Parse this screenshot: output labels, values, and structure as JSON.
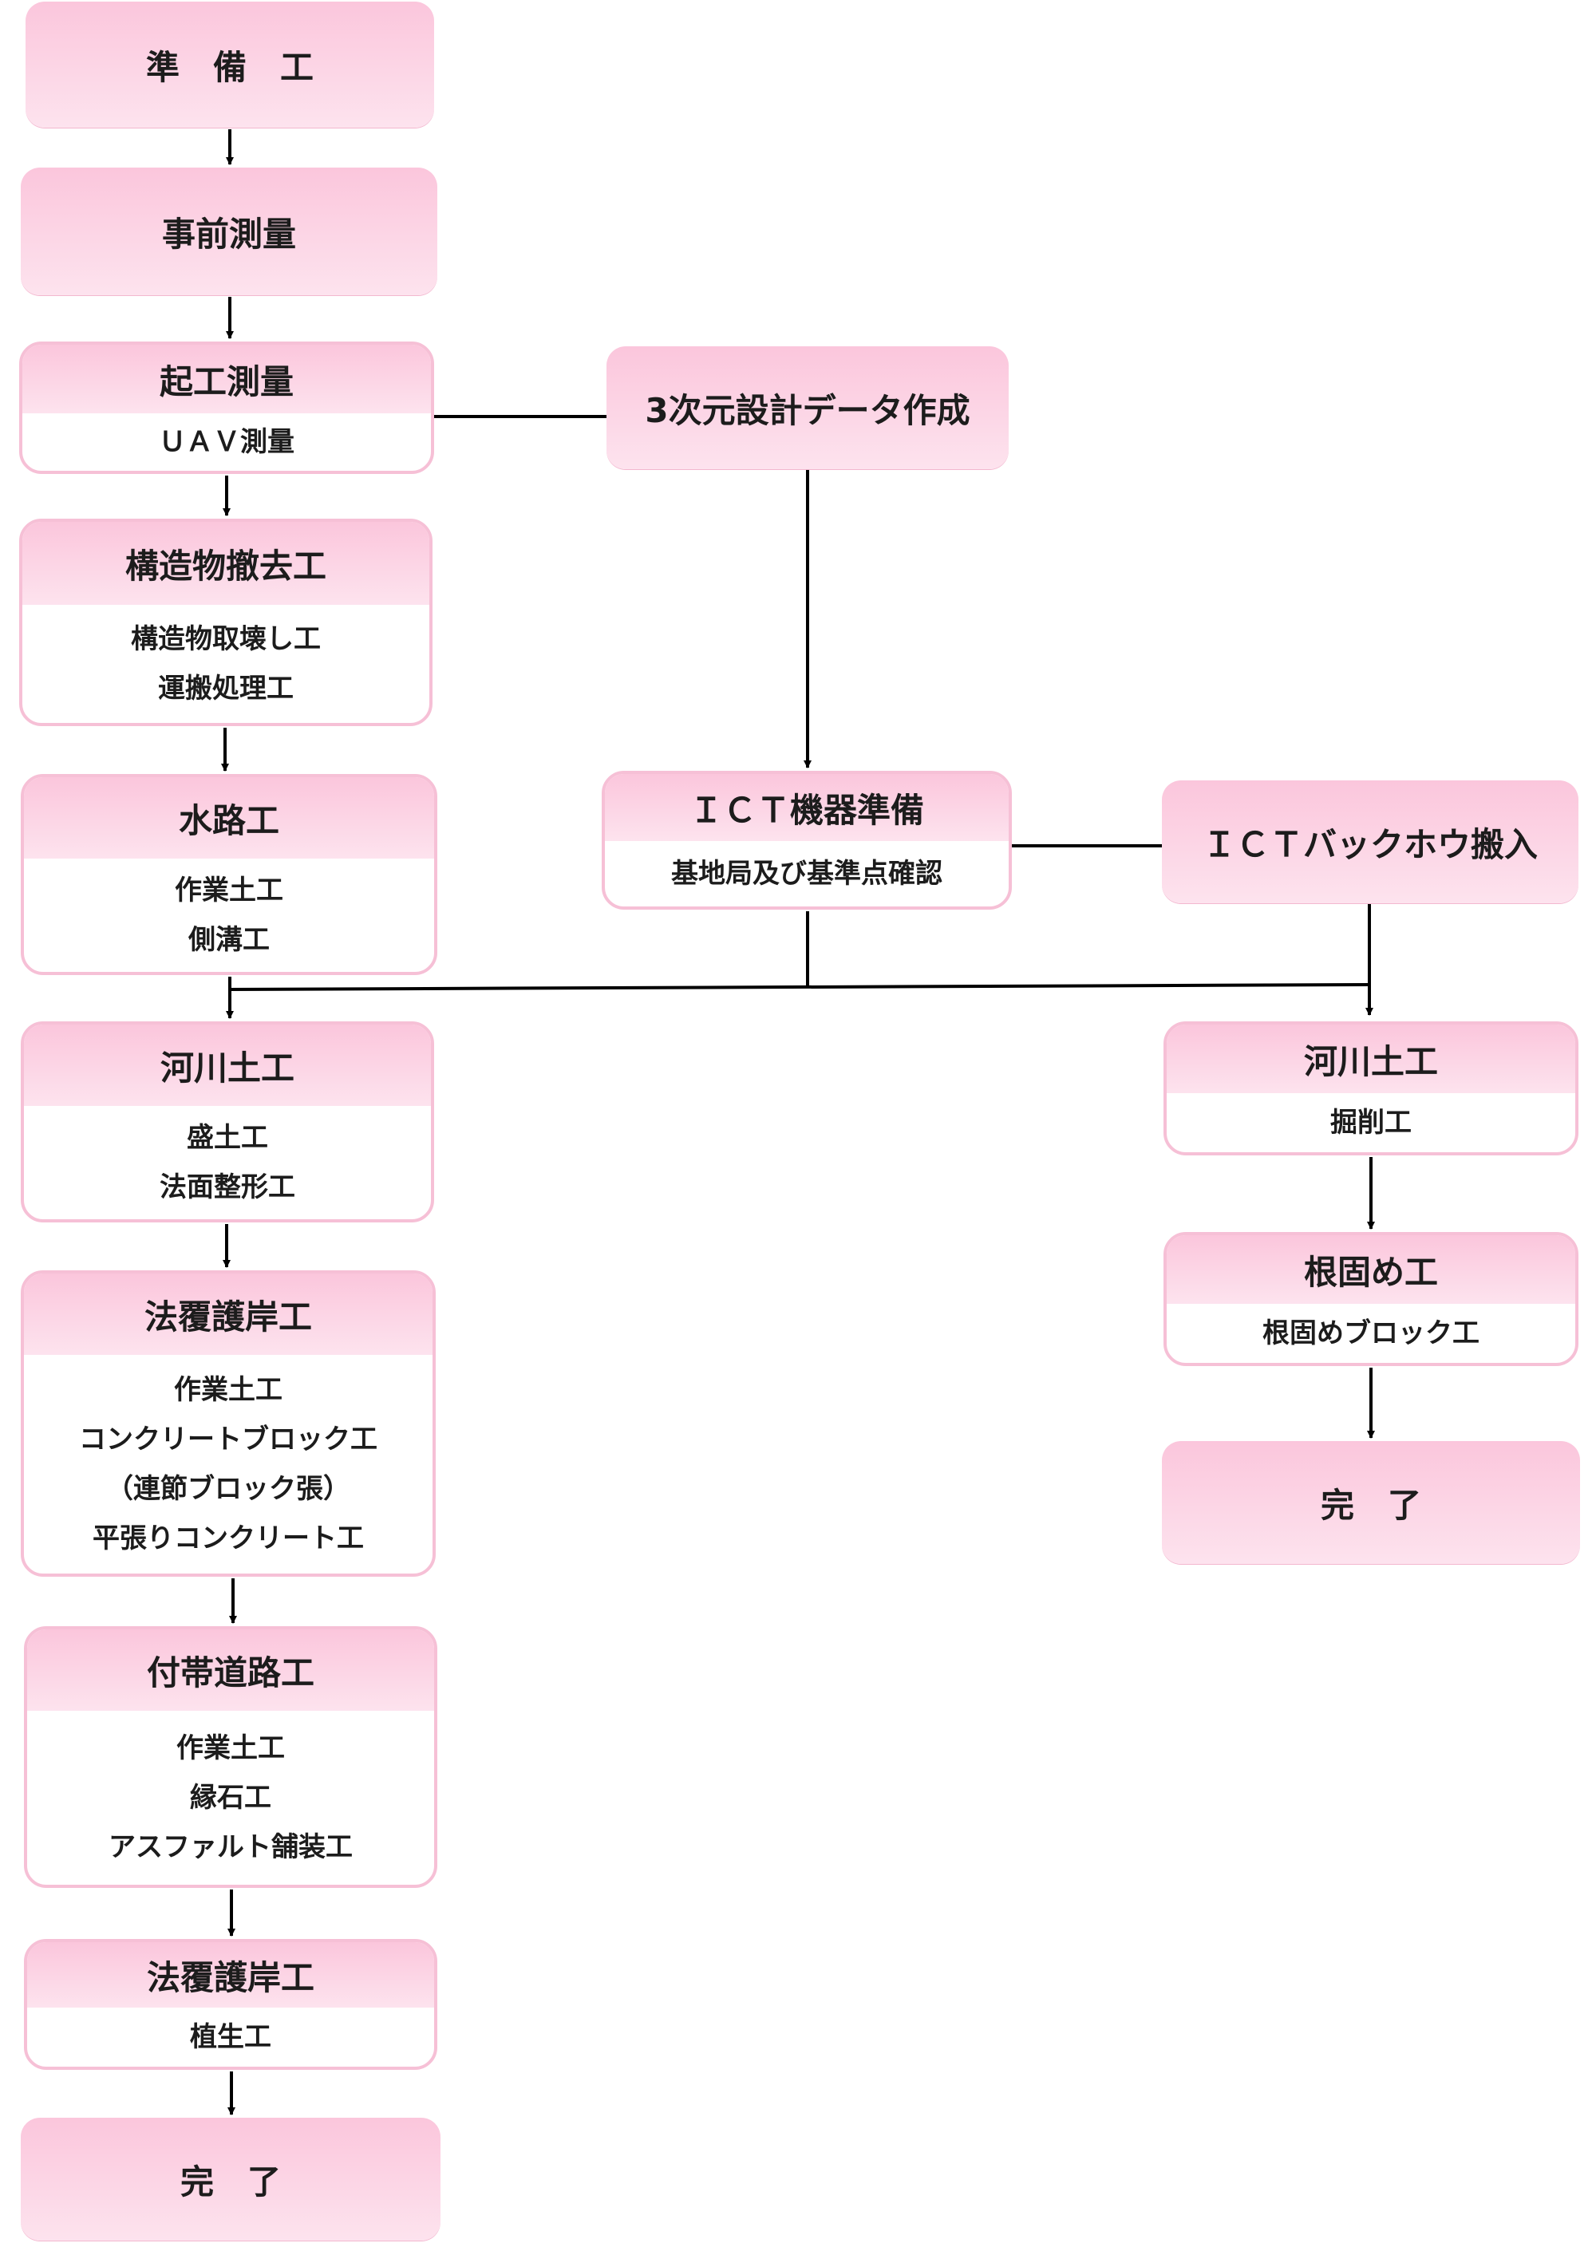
{
  "colors": {
    "accent": "#fbc6dc",
    "accent_light": "#fde3ee",
    "border": "#f6c0d6",
    "line": "#000000",
    "text": "#1c1c1c"
  },
  "left_column": {
    "junbi": {
      "title": "準　備　工"
    },
    "jizen": {
      "title": "事前測量"
    },
    "kiko": {
      "title": "起工測量",
      "items": [
        "ＵＡＶ測量"
      ]
    },
    "kozobutsu": {
      "title": "構造物撤去工",
      "items": [
        "構造物取壊し工",
        "運搬処理工"
      ]
    },
    "suiro": {
      "title": "水路工",
      "items": [
        "作業土工",
        "側溝工"
      ]
    },
    "kasen": {
      "title": "河川土工",
      "items": [
        "盛土工",
        "法面整形工"
      ]
    },
    "noriooi1": {
      "title": "法覆護岸工",
      "items": [
        "作業土工",
        "コンクリートブロック工",
        "（連節ブロック張）",
        "平張りコンクリート工"
      ]
    },
    "futai": {
      "title": "付帯道路工",
      "items": [
        "作業土工",
        "縁石工",
        "アスファルト舗装工"
      ]
    },
    "noriooi2": {
      "title": "法覆護岸工",
      "items": [
        "植生工"
      ]
    },
    "kanryo": {
      "title": "完　了"
    }
  },
  "middle_column": {
    "design": {
      "title": "3次元設計データ作成"
    },
    "ict_kiki": {
      "title": "ＩＣＴ機器準備",
      "items": [
        "基地局及び基準点確認"
      ]
    }
  },
  "right_column": {
    "backhoe": {
      "title": "ＩＣＴバックホウ搬入"
    },
    "kasen": {
      "title": "河川土工",
      "items": [
        "掘削工"
      ]
    },
    "negatame": {
      "title": "根固め工",
      "items": [
        "根固めブロック工"
      ]
    },
    "kanryo": {
      "title": "完　了"
    }
  }
}
